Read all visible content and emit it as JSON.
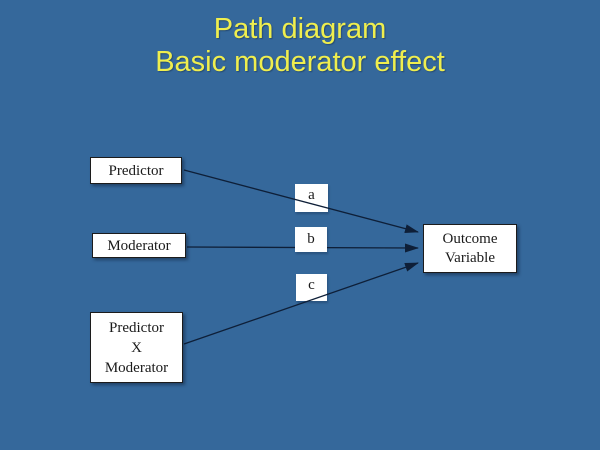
{
  "title": {
    "line1": "Path diagram",
    "line2": "Basic moderator effect"
  },
  "colors": {
    "background": "#35689B",
    "title_text": "#EFEE4E",
    "box_fill": "#FFFFFF",
    "box_border": "#1C1C1C",
    "line": "#0E1F38"
  },
  "diagram": {
    "boxes": {
      "predictor": {
        "label": "Predictor"
      },
      "moderator": {
        "label": "Moderator"
      },
      "interaction": {
        "line1": "Predictor",
        "line2": "X",
        "line3": "Moderator"
      },
      "outcome": {
        "line1": "Outcome",
        "line2": "Variable"
      }
    },
    "path_labels": {
      "a": "a",
      "b": "b",
      "c": "c"
    },
    "arrows": [
      {
        "from": "Predictor",
        "to": "Outcome Variable",
        "path_label": "a"
      },
      {
        "from": "Moderator",
        "to": "Outcome Variable",
        "path_label": "b"
      },
      {
        "from": "Predictor X Moderator",
        "to": "Outcome Variable",
        "path_label": "c"
      }
    ]
  }
}
